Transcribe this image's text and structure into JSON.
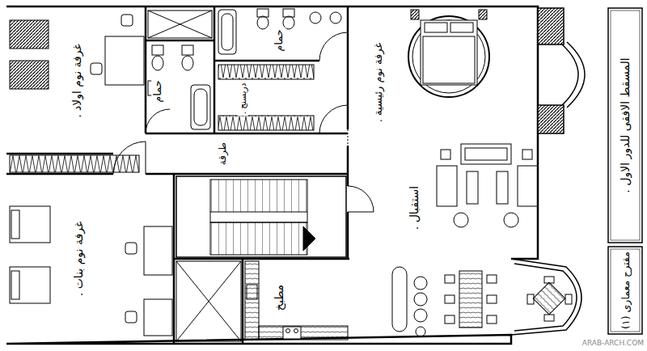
{
  "diagram": {
    "title": "المسقط الافقى للدور الاول .",
    "caption": "مقترح معمارى (١)",
    "nodes": [
      {
        "text": [
          "غرفة نوم اولاد ."
        ]
      },
      {
        "text": [
          "حمام"
        ]
      },
      {
        "text": [
          "حمام"
        ]
      },
      {
        "text": [
          "دريسنج ."
        ]
      },
      {
        "text": [
          "غرفة نوم رئيسية ."
        ]
      },
      {
        "text": [
          "طرقة"
        ]
      },
      {
        "text": [
          "استقبال ."
        ]
      },
      {
        "text": [
          "غرفة نوم بنات ."
        ]
      },
      {
        "text": [
          "مطبخ"
        ]
      }
    ],
    "labels": [
      "ARAB-ARCH.COM"
    ]
  }
}
